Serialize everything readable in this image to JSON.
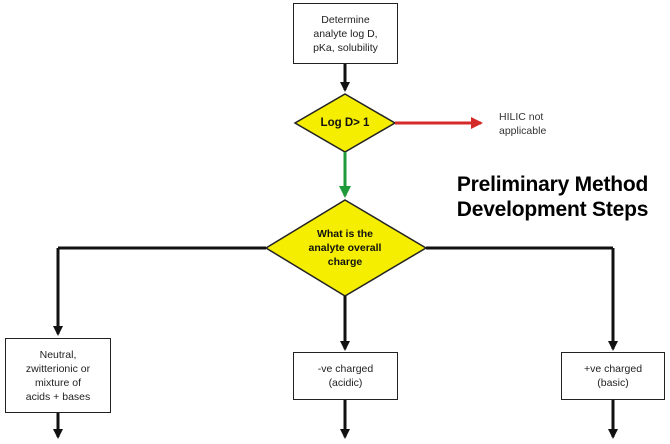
{
  "title": "Preliminary Method\nDevelopment Steps",
  "colors": {
    "decision_fill": "#f5ee00",
    "flow_line": "#111111",
    "no_arrow": "#d42a2a",
    "yes_arrow": "#1f9a3a"
  },
  "nodes": {
    "determine": "Determine\nanalyte log D,\npKa, solubility",
    "logd_decision": "Log D> 1",
    "hilic_not_applicable": "HILIC not\napplicable",
    "charge_decision": "What is the\nanalyte overall\ncharge",
    "neutral": "Neutral,\nzwitterionic or\nmixture of\nacids + bases",
    "negative": "-ve charged\n(acidic)",
    "positive": "+ve charged\n(basic)"
  }
}
